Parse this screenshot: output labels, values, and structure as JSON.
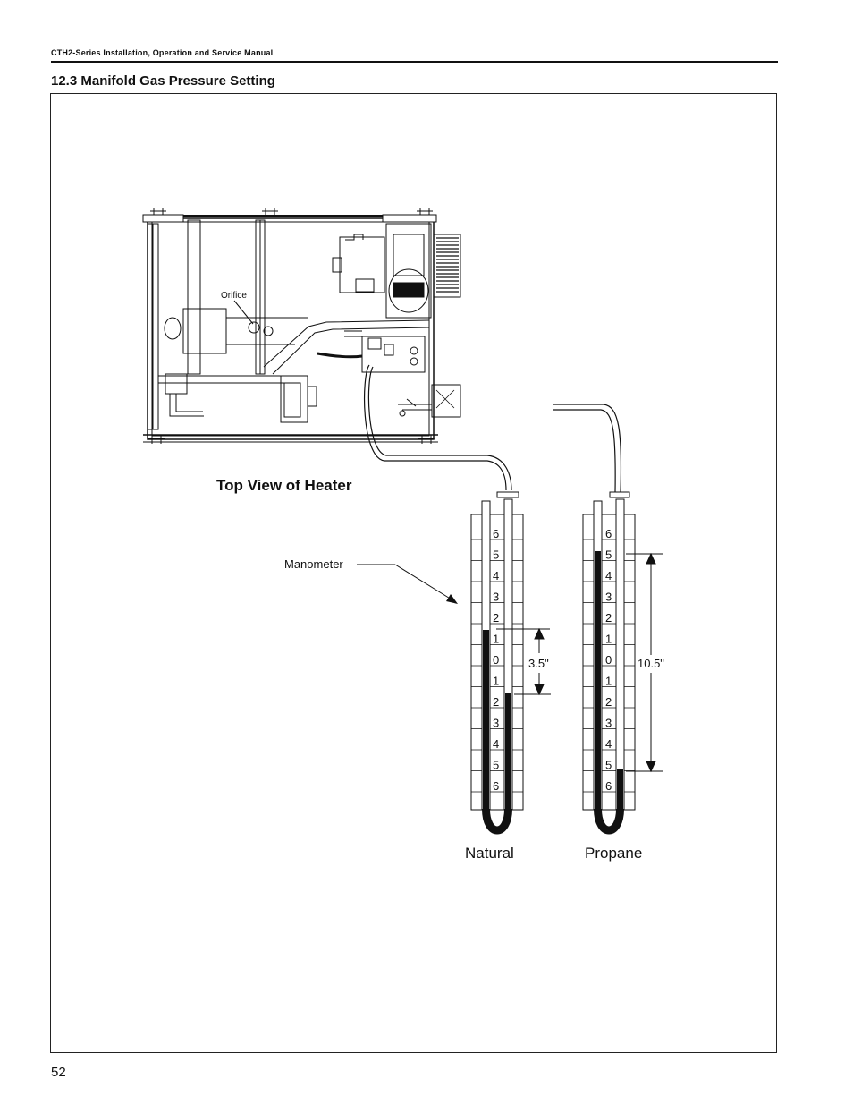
{
  "header": {
    "manual_title": "CTH2-Series Installation, Operation and Service Manual"
  },
  "section": {
    "title": "12.3 Manifold Gas Pressure Setting"
  },
  "figure": {
    "heater_caption": "Top View of Heater",
    "orifice_label": "Orifice",
    "manometer_label": "Manometer",
    "scale_ticks": [
      "6",
      "5",
      "4",
      "3",
      "2",
      "1",
      "0",
      "1",
      "2",
      "3",
      "4",
      "5",
      "6"
    ],
    "natural": {
      "label": "Natural",
      "measurement": "3.5\""
    },
    "propane": {
      "label": "Propane",
      "measurement": "10.5\""
    }
  },
  "footer": {
    "page_number": "52"
  }
}
